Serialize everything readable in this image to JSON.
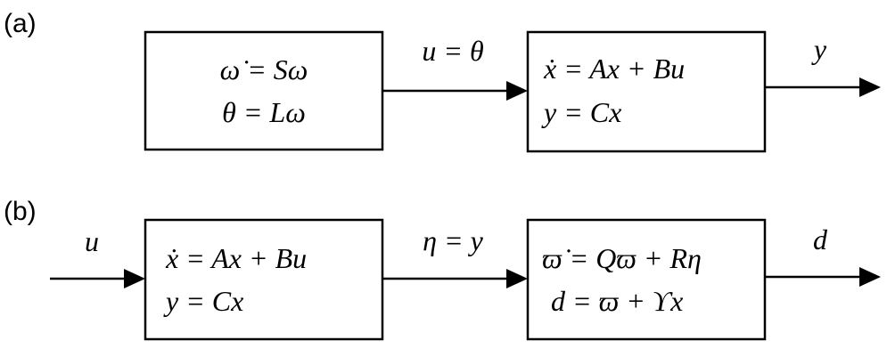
{
  "panels": {
    "a": {
      "label": "(a)",
      "exo_box": {
        "line1": "ω̇ = Sω",
        "line2": "θ = Lω"
      },
      "link_label": "u = θ",
      "plant_box": {
        "line1": "ẋ = Ax + Bu",
        "line2": "y = Cx"
      },
      "output_label": "y"
    },
    "b": {
      "label": "(b)",
      "input_label": "u",
      "plant_box": {
        "line1": "ẋ = Ax + Bu",
        "line2": "y = Cx"
      },
      "link_label": "η = y",
      "obs_box": {
        "line1": "ϖ̇ = Qϖ + Rη",
        "line2": "d = ϖ + ϒx"
      },
      "output_label": "d"
    }
  }
}
